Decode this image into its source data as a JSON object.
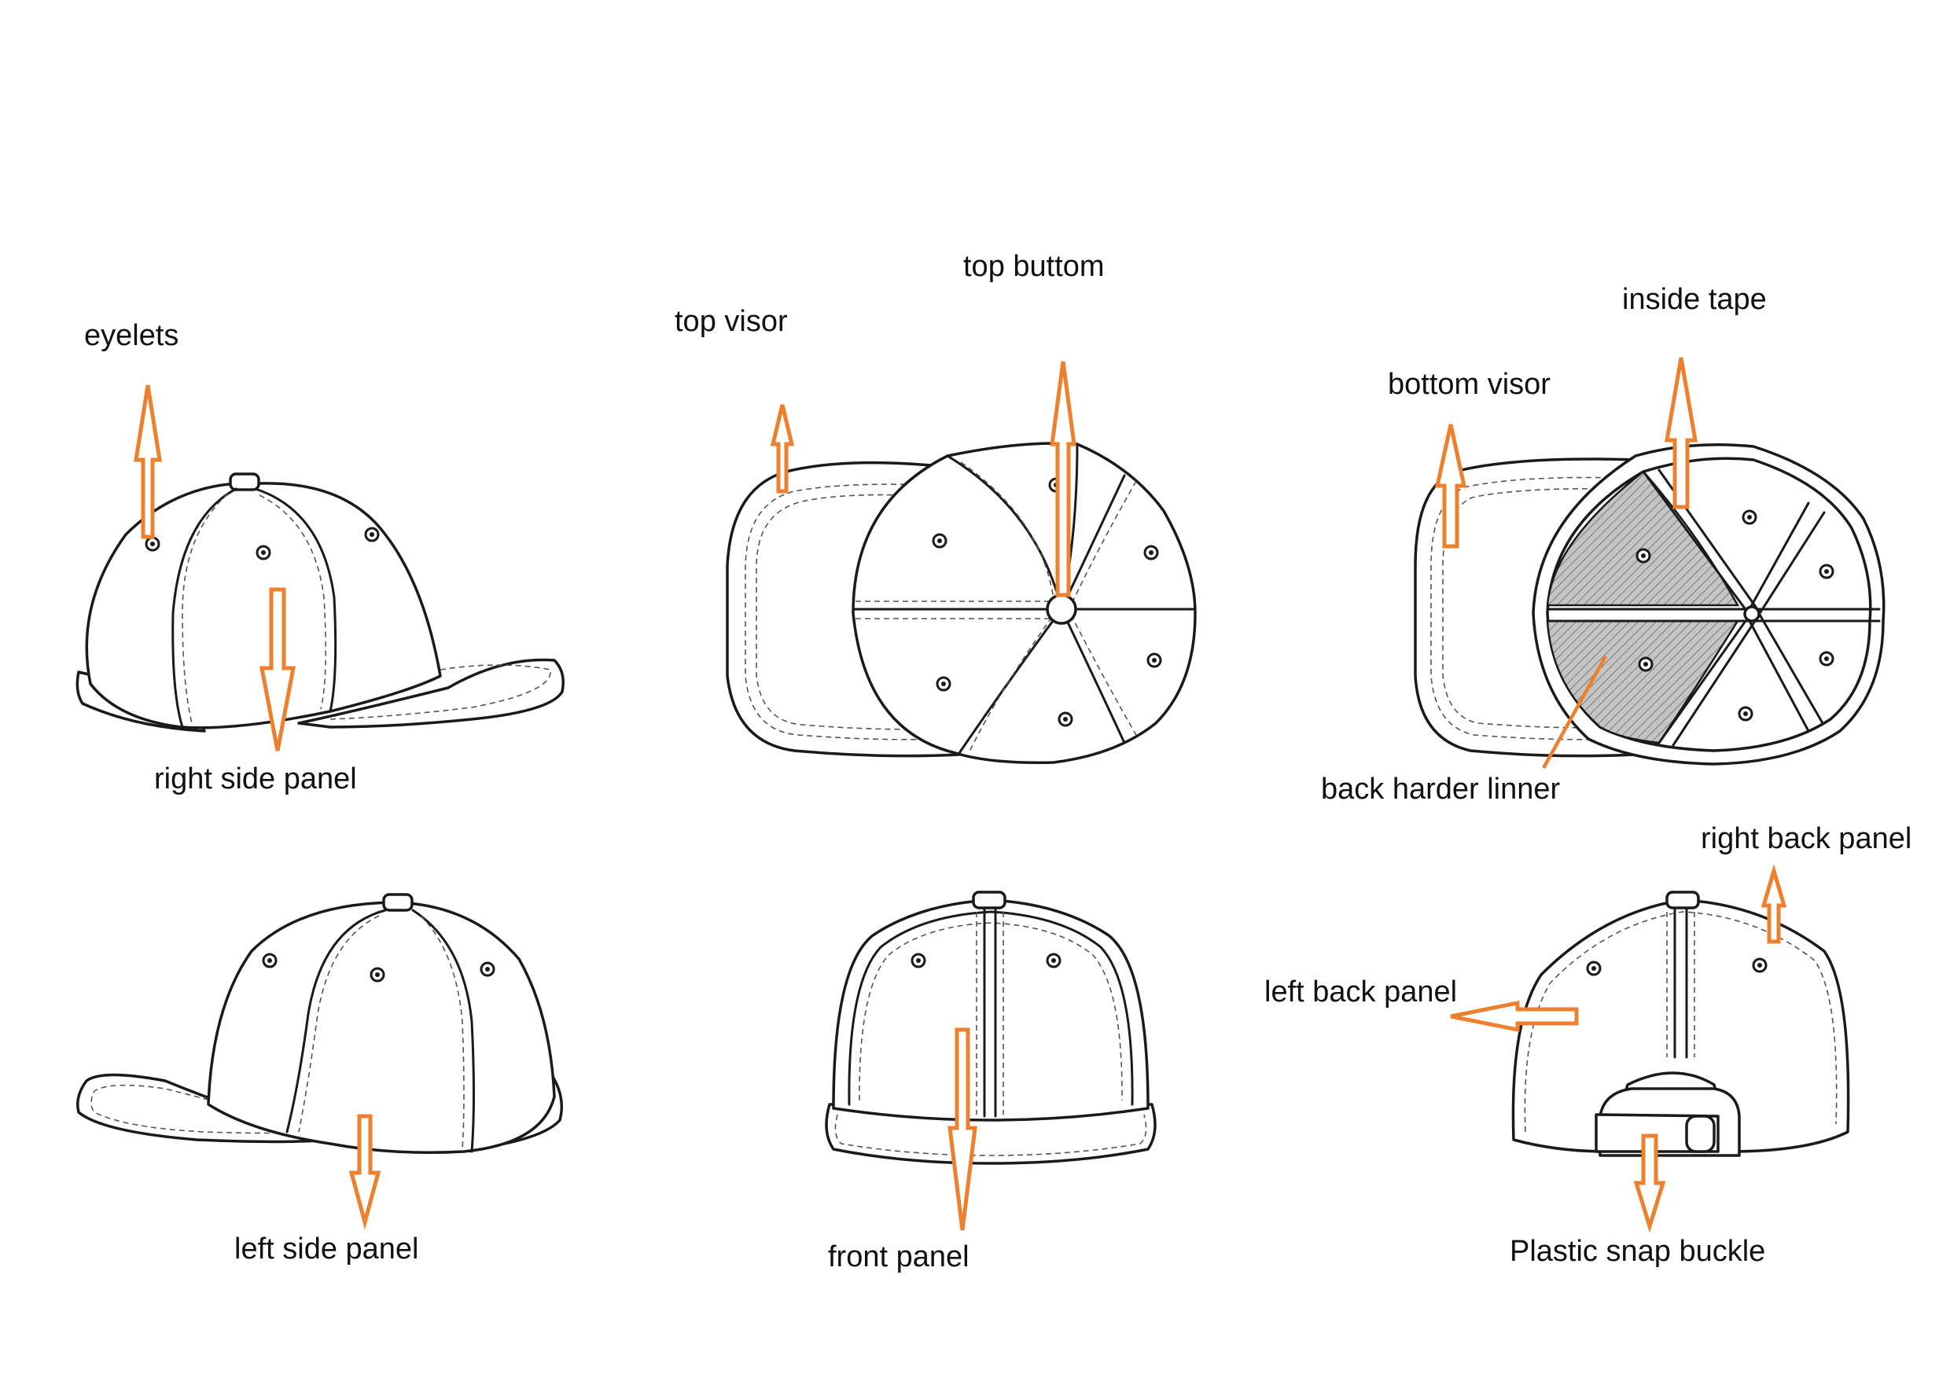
{
  "labels": {
    "eyelets": "eyelets",
    "right_side_panel": "right side panel",
    "top_visor": "top visor",
    "top_buttom": "top buttom",
    "inside_tape": "inside tape",
    "bottom_visor": "bottom visor",
    "back_harder_linner": "back harder linner",
    "right_back_panel": "right back panel",
    "left_back_panel": "left back panel",
    "left_side_panel": "left side panel",
    "front_panel": "front panel",
    "plastic_snap_buckle": "Plastic snap buckle"
  },
  "colors": {
    "arrow": "#ee7f2d",
    "outline": "#1a1a1a",
    "background": "#ffffff"
  }
}
